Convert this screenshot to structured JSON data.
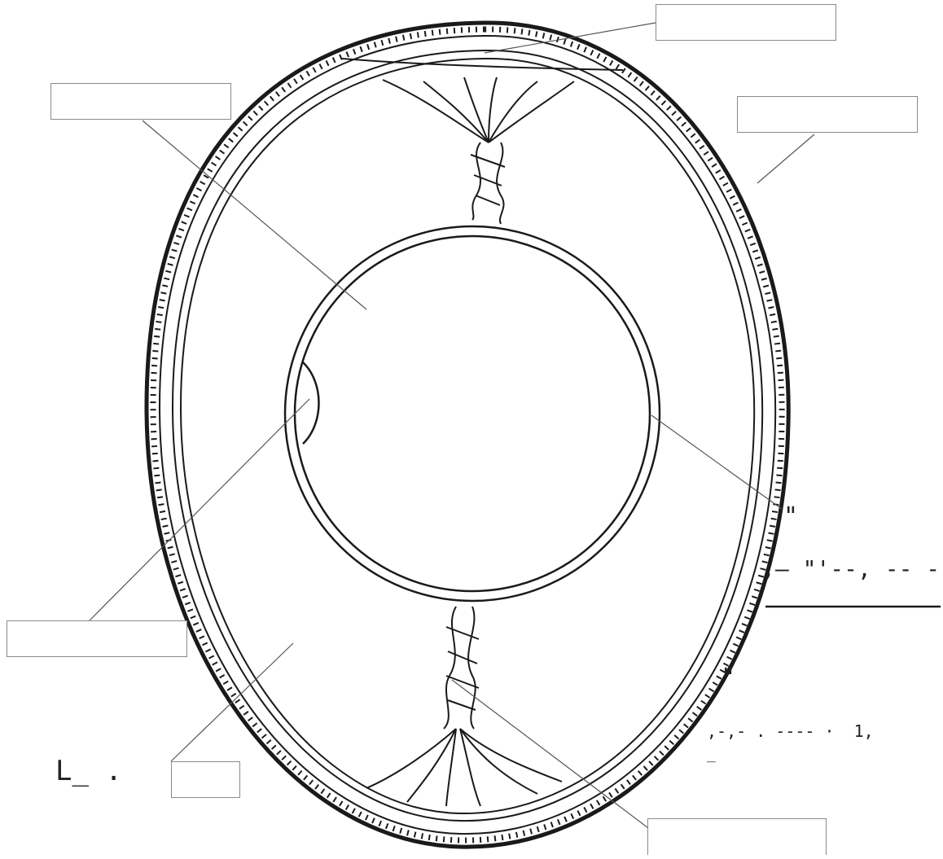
{
  "diagram": {
    "stroke_color": "#1a1a1a",
    "box_border_color": "#8a8a8a",
    "labels": [
      {
        "id": "air-space",
        "text": ""
      },
      {
        "id": "outer-shell",
        "text": ""
      },
      {
        "id": "yolk",
        "text": ""
      },
      {
        "id": "yolk-membrane",
        "text": ""
      },
      {
        "id": "germinal-disc",
        "text": ""
      },
      {
        "id": "albumen",
        "text": ""
      },
      {
        "id": "chalaza",
        "text": ""
      }
    ],
    "scan_artifacts": {
      "a1": "\"",
      "a2": ",— \"'--, -- - |·",
      "a3": "\"",
      "a4": ",-,- . ---- ·  1,",
      "a5": "L_ .",
      "a6": "_"
    }
  }
}
